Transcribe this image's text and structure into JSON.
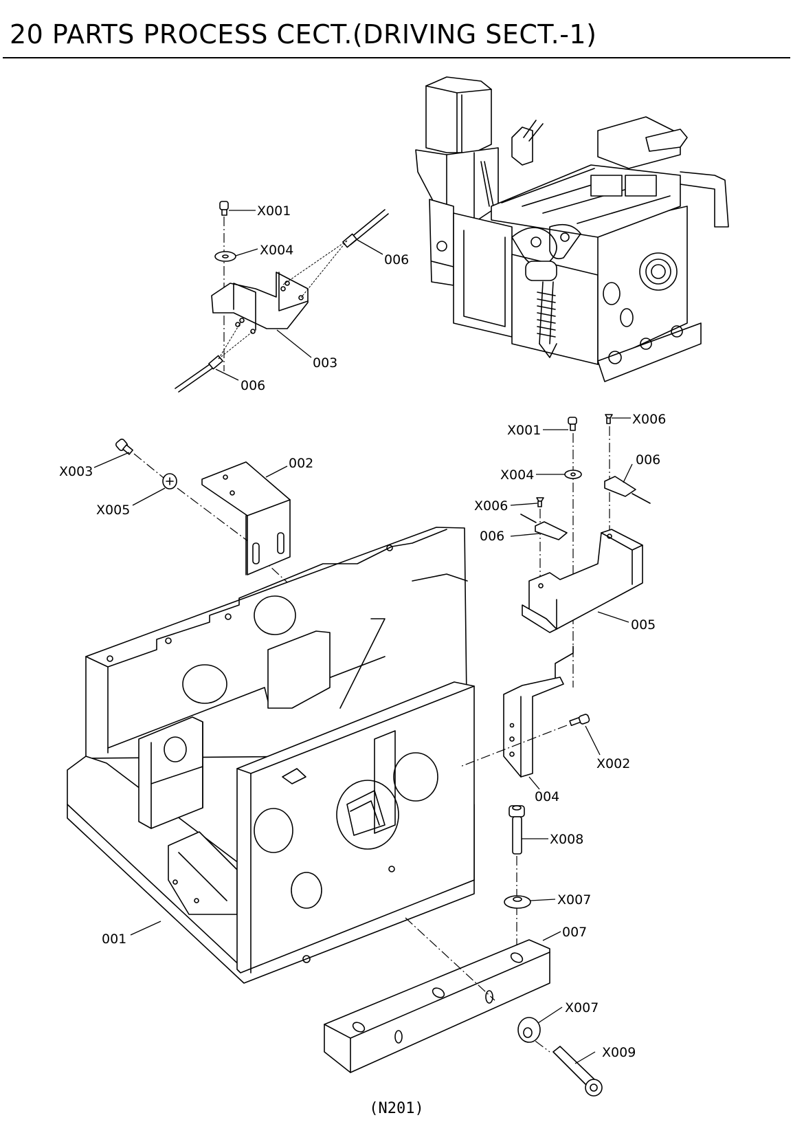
{
  "header": {
    "title": "20 PARTS PROCESS CECT.(DRIVING SECT.-1)"
  },
  "diagram": {
    "type": "exploded-parts-view",
    "drawing_code": "(N201)",
    "callouts": [
      {
        "id": "c-x001-a",
        "label": "X001"
      },
      {
        "id": "c-x004-a",
        "label": "X004"
      },
      {
        "id": "c-006-a",
        "label": "006"
      },
      {
        "id": "c-003",
        "label": "003"
      },
      {
        "id": "c-006-b",
        "label": "006"
      },
      {
        "id": "c-x003",
        "label": "X003"
      },
      {
        "id": "c-x005",
        "label": "X005"
      },
      {
        "id": "c-002",
        "label": "002"
      },
      {
        "id": "c-x001-b",
        "label": "X001"
      },
      {
        "id": "c-x006-a",
        "label": "X006"
      },
      {
        "id": "c-006-c",
        "label": "006"
      },
      {
        "id": "c-x004-b",
        "label": "X004"
      },
      {
        "id": "c-x006-b",
        "label": "X006"
      },
      {
        "id": "c-006-d",
        "label": "006"
      },
      {
        "id": "c-005",
        "label": "005"
      },
      {
        "id": "c-x002",
        "label": "X002"
      },
      {
        "id": "c-004",
        "label": "004"
      },
      {
        "id": "c-x008",
        "label": "X008"
      },
      {
        "id": "c-x007-a",
        "label": "X007"
      },
      {
        "id": "c-007",
        "label": "007"
      },
      {
        "id": "c-x007-b",
        "label": "X007"
      },
      {
        "id": "c-x009",
        "label": "X009"
      },
      {
        "id": "c-001",
        "label": "001"
      }
    ]
  }
}
